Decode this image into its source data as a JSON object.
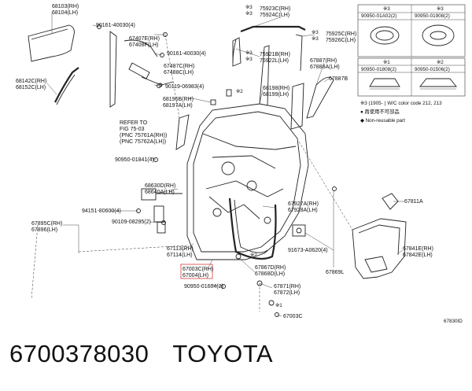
{
  "labels": {
    "l68103": "68103(RH)",
    "l68104": "68104(LH)",
    "l90161a": "90161-40030(4)",
    "l67407": "67407E(RH)",
    "l67408": "67408F(LH)",
    "l90161b": "90161-40030(4)",
    "l67487": "67487C(RH)",
    "l67488": "67488C(LH)",
    "l68142": "68142C(RH)",
    "l68152": "68152C(LH)",
    "l90119": "90119-06983(4)",
    "l68196": "68196B(RH)",
    "l68197": "68197A(LH)",
    "l68198": "68198(RH)",
    "l68199": "68199(LH)",
    "refer1": "REFER TO",
    "refer2": "FIG 75-03",
    "refer3": "(PNC 75761A(RH))",
    "refer4": "(PNC 75762A(LH))",
    "l90950a": "90950-01841(4)",
    "l68630": "68630D(RH)",
    "l68640": "68640A(LH)",
    "l94151": "94151-80600(4)",
    "l67895": "67895C(RH)",
    "l67896": "67896(LH)",
    "l90109": "90109-08295(2)",
    "l67113": "67113(RH)",
    "l67114": "67114(LH)",
    "l67003": "67003C(RH)",
    "l67004": "67004(LH)",
    "l90950b": "90950-01604(2)",
    "l75923": "75923C(RH)",
    "l75924": "75924C(LH)",
    "l75925": "75925C(RH)",
    "l75926": "75926C(LH)",
    "l75921": "75921B(RH)",
    "l75922": "75922L(LH)",
    "l67887": "67887(RH)",
    "l67888": "67888A(LH)",
    "l67887b": "67887B",
    "l67927": "67927A(RH)",
    "l67928": "67928A(LH)",
    "l91673": "91673-A0620(4)",
    "l67869": "67869L",
    "l67867": "67867D(RH)",
    "l67868": "67868D(LH)",
    "l67871": "67871(RH)",
    "l67872": "67872(LH)",
    "l67003c": "67003C",
    "l67811": "67811A",
    "l67841": "67841E(RH)",
    "l67842": "67842E(LH)",
    "m1": "※1",
    "m2": "※2",
    "m3": "※3",
    "m1b": "※1",
    "m2b": "※2",
    "m3b": "※3",
    "m3c": "※3",
    "m3d": "※3",
    "m3e": "※3",
    "m2c": "※2",
    "m1c": "※1",
    "m3f": "※3",
    "figno": "67830ID"
  },
  "legend": {
    "h1": "※3",
    "h2": "※3",
    "p1": "90950-01A02(2)",
    "p2": "90950-01908(2)",
    "h3": "※1",
    "h4": "※2",
    "p3": "90950-01808(2)",
    "p4": "90950-01506(2)",
    "note1": "※3 (1905-      ) W/C color code 212, 213",
    "note2": "● 再使用不可部品",
    "note3": "◆ Non-reusable part"
  },
  "caption": {
    "part_number": "6700378030",
    "brand": "TOYOTA"
  }
}
